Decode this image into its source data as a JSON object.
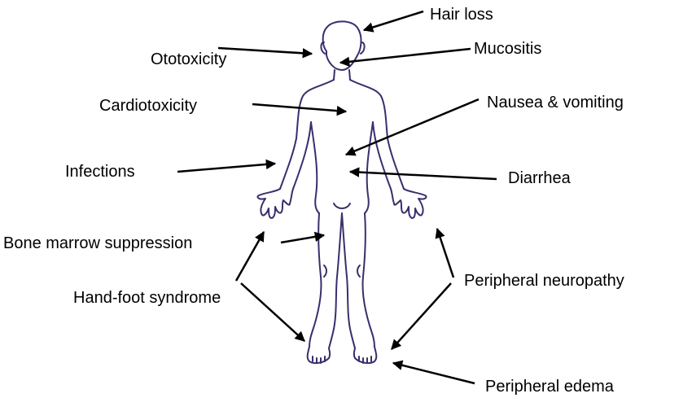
{
  "colors": {
    "body_outline": "#3a2e6e",
    "arrow": "#000000",
    "text": "#000000",
    "background": "#ffffff"
  },
  "figure": {
    "body_icon": "human-body-outline-icon"
  },
  "labels": {
    "hair_loss": "Hair loss",
    "ototoxicity": "Ototoxicity",
    "mucositis": "Mucositis",
    "cardiotoxicity": "Cardiotoxicity",
    "nausea_vomiting": "Nausea & vomiting",
    "infections": "Infections",
    "diarrhea": "Diarrhea",
    "bone_marrow_suppression": "Bone marrow suppression",
    "hand_foot_syndrome": "Hand-foot syndrome",
    "peripheral_neuropathy": "Peripheral neuropathy",
    "peripheral_edema": "Peripheral edema"
  }
}
